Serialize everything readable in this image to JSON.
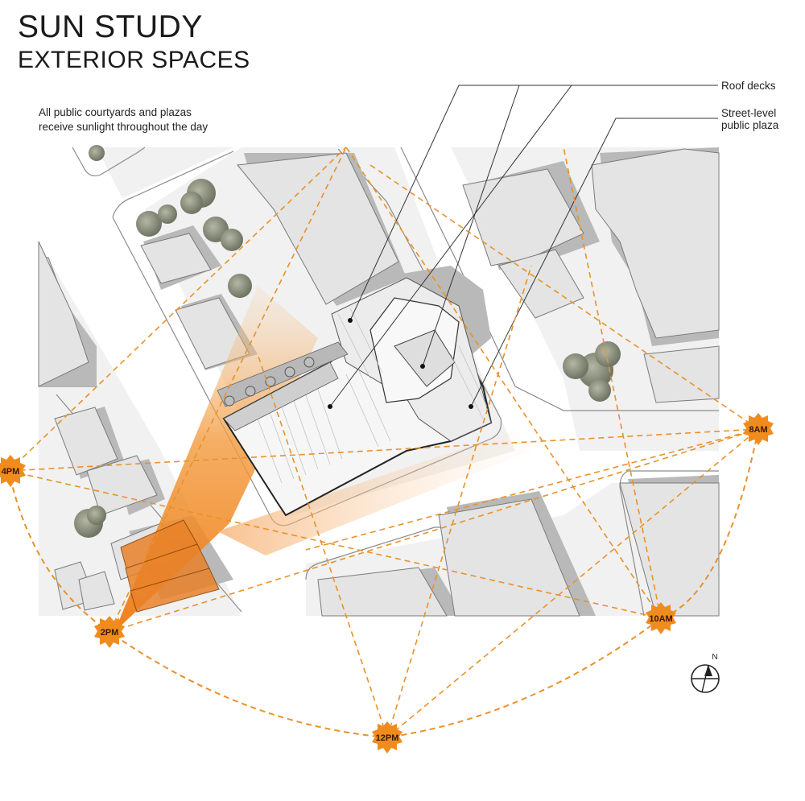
{
  "header": {
    "title": "SUN STUDY",
    "subtitle": "EXTERIOR SPACES"
  },
  "note": {
    "line1": "All public courtyards and plazas",
    "line2": "receive sunlight throughout the day"
  },
  "callouts": {
    "roof_decks": "Roof decks",
    "plaza_line1": "Street-level",
    "plaza_line2": "public plaza"
  },
  "sun_positions": [
    {
      "id": "8am",
      "label": "8AM"
    },
    {
      "id": "10am",
      "label": "10AM"
    },
    {
      "id": "12pm",
      "label": "12PM"
    },
    {
      "id": "2pm",
      "label": "2PM"
    },
    {
      "id": "4pm",
      "label": "4PM"
    }
  ],
  "north_arrow": {
    "label": "N"
  },
  "colors": {
    "sun_orange": "#f08c1e",
    "sun_path": "#e8922a",
    "building_fill": "#e6e6e6",
    "building_shadow": "#b5b5b5",
    "ground": "#ffffff",
    "tree": "#8a8f7a"
  }
}
